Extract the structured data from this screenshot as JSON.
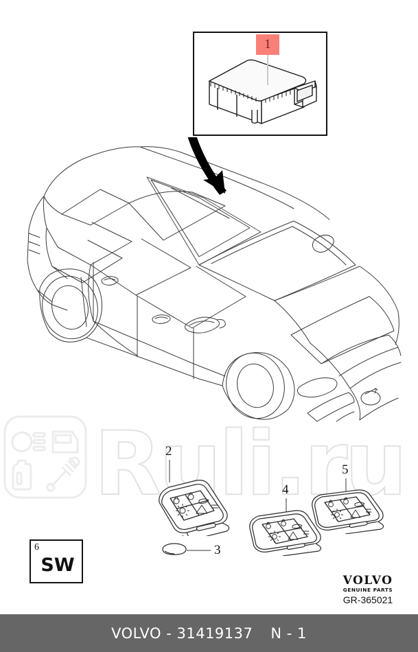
{
  "page": {
    "background": "#ffffff",
    "footer_bg": "#666666",
    "accent_red": "#f98078"
  },
  "watermark": {
    "text": "Ruli.ru",
    "logo_name": "auto-parts-logo-watermark",
    "icons": [
      "headlight-icon",
      "car-door-icon",
      "oil-bottle-icon",
      "shock-absorber-icon"
    ]
  },
  "inset": {
    "name": "detail-inset-box",
    "badge_label": "1",
    "part_name": "keyless-receiver-module"
  },
  "vehicle": {
    "name": "volvo-xc60-line-drawing",
    "arrow_name": "callout-arrow-to-roof"
  },
  "callouts": [
    {
      "label": "1",
      "name": "callout-1-receiver-module"
    },
    {
      "label": "2",
      "name": "callout-2-remote-key-fob"
    },
    {
      "label": "3",
      "name": "callout-3-battery"
    },
    {
      "label": "4",
      "name": "callout-4-remote-key-fob"
    },
    {
      "label": "5",
      "name": "callout-5-remote-key-fob"
    },
    {
      "label": "6",
      "name": "callout-6-software"
    }
  ],
  "sw_box": {
    "number": "6",
    "text": "SW"
  },
  "brand": {
    "name_line": "VOLVO",
    "sub_line": "GENUINE PARTS",
    "reference": "GR-365021"
  },
  "footer": {
    "title": "VOLVO - 31419137",
    "page": "N - 1"
  }
}
